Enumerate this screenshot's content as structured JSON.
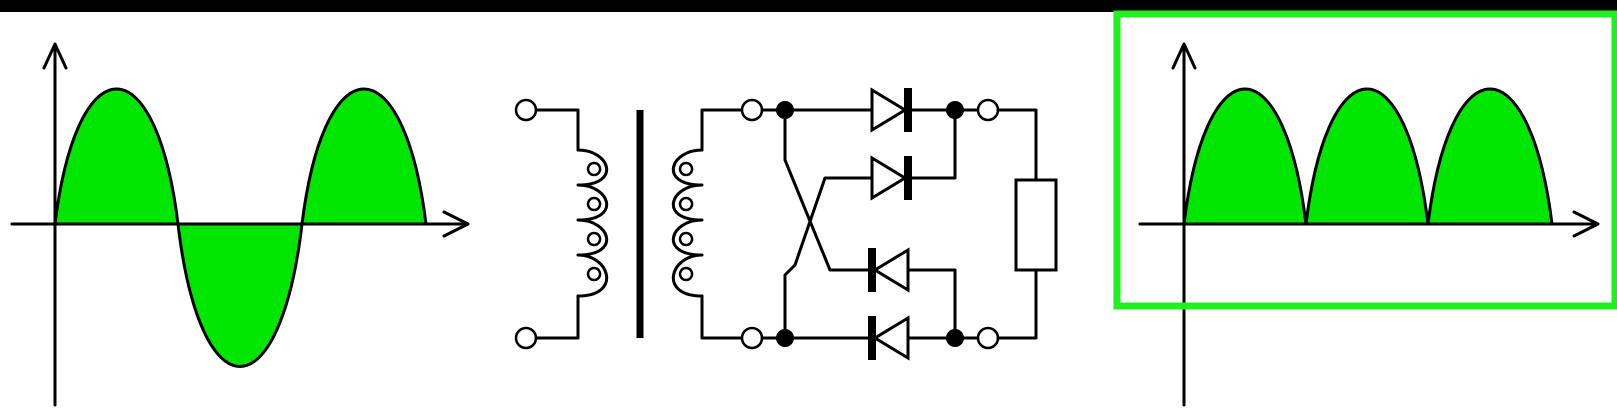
{
  "diagram": {
    "panels": [
      {
        "id": "input-waveform",
        "kind": "full sine wave"
      },
      {
        "id": "bridge-rectifier-circuit",
        "kind": "transformer with diode bridge and load resistor"
      },
      {
        "id": "output-waveform",
        "kind": "full-wave rectified"
      }
    ],
    "colors": {
      "wave_fill": "#00e600",
      "line": "#000000",
      "highlight_box": "#22ee22",
      "top_bar": "#000000",
      "background": "#ffffff"
    }
  }
}
